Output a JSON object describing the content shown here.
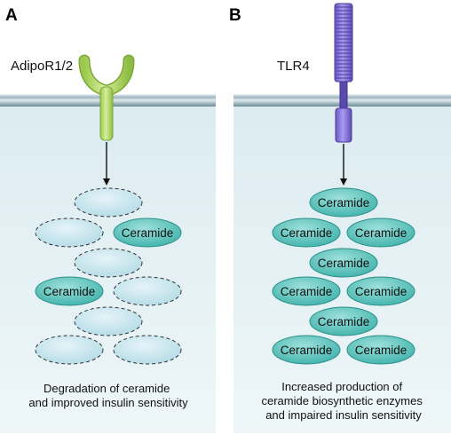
{
  "panels": [
    {
      "letter": "A",
      "receptor_label": "AdipoR1/2",
      "receptor_icon": "y-shaped-receptor-icon",
      "receptor_color": "#b6dc6a",
      "ellipse_label": "Ceramide",
      "caption_lines": [
        "Degradation of ceramide",
        "and improved insulin sensitivity"
      ]
    },
    {
      "letter": "B",
      "receptor_label": "TLR4",
      "receptor_icon": "tlr4-receptor-icon",
      "receptor_color": "#8877d6",
      "ellipse_label": "Ceramide",
      "caption_lines": [
        "Increased production of",
        "ceramide biosynthetic enzymes",
        "and impaired insulin sensitivity"
      ]
    }
  ],
  "colors": {
    "cytoplasm": "#e7f2f6",
    "membrane": "#a7bcc4",
    "ceramide_fill": "#5cc3bd",
    "degraded_fill": "#c3e4ee"
  }
}
